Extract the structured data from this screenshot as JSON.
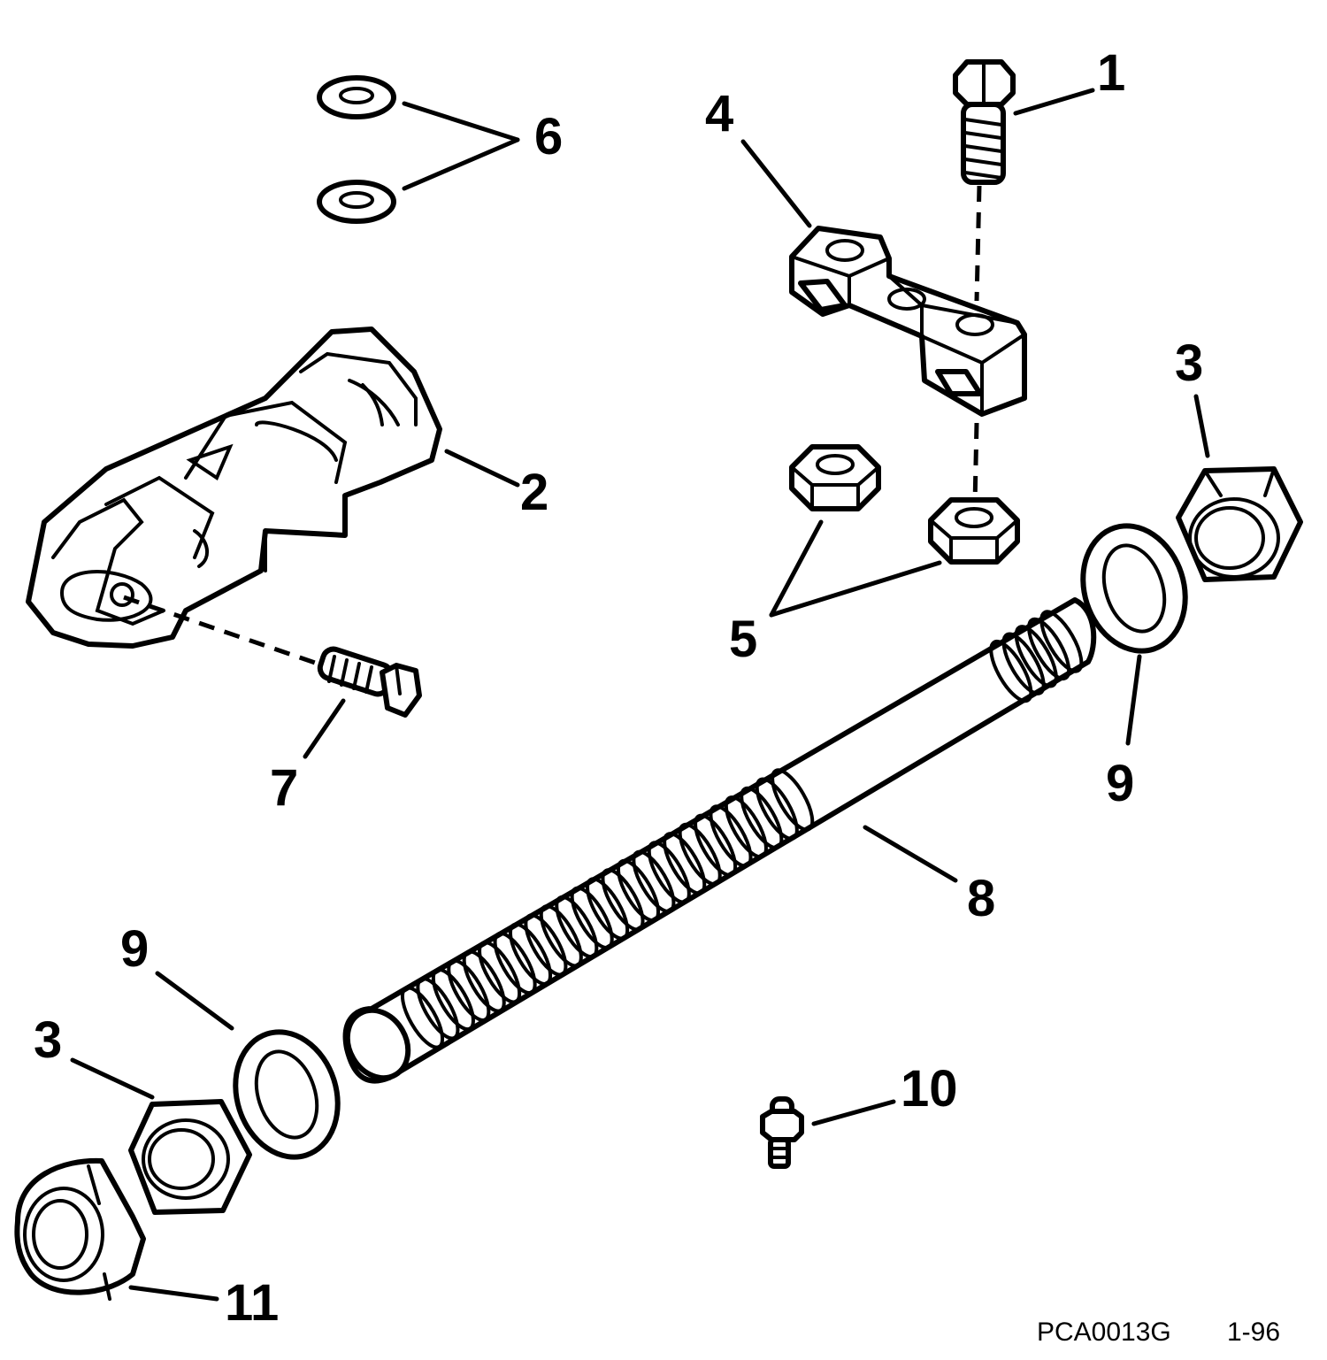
{
  "callouts": {
    "c1": "1",
    "c2": "2",
    "c3a": "3",
    "c3b": "3",
    "c4": "4",
    "c5": "5",
    "c6": "6",
    "c7": "7",
    "c8": "8",
    "c9a": "9",
    "c9b": "9",
    "c10": "10",
    "c11": "11"
  },
  "footer": {
    "drawing_code": "PCA0013G",
    "revision": "1-96"
  }
}
